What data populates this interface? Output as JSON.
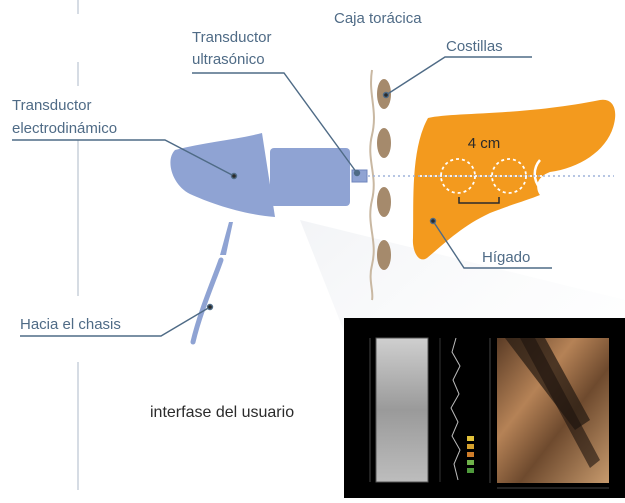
{
  "labels": {
    "caja_toracica": "Caja torácica",
    "transductor_ultrasonico_1": "Transductor",
    "transductor_ultrasonico_2": "ultrasónico",
    "costillas": "Costillas",
    "transductor_electro_1": "Transductor",
    "transductor_electro_2": "electrodinámico",
    "distancia": "4 cm",
    "higado": "Hígado",
    "hacia_chasis": "Hacia el chasis",
    "interfase": "interfase del usuario"
  },
  "colors": {
    "liver": "#f39a1e",
    "transducer": "#8fa3d3",
    "rib": "#a58a6c",
    "leader": "#4f6b86",
    "label_text": "#4f6b86",
    "screen_bg": "#000000"
  }
}
